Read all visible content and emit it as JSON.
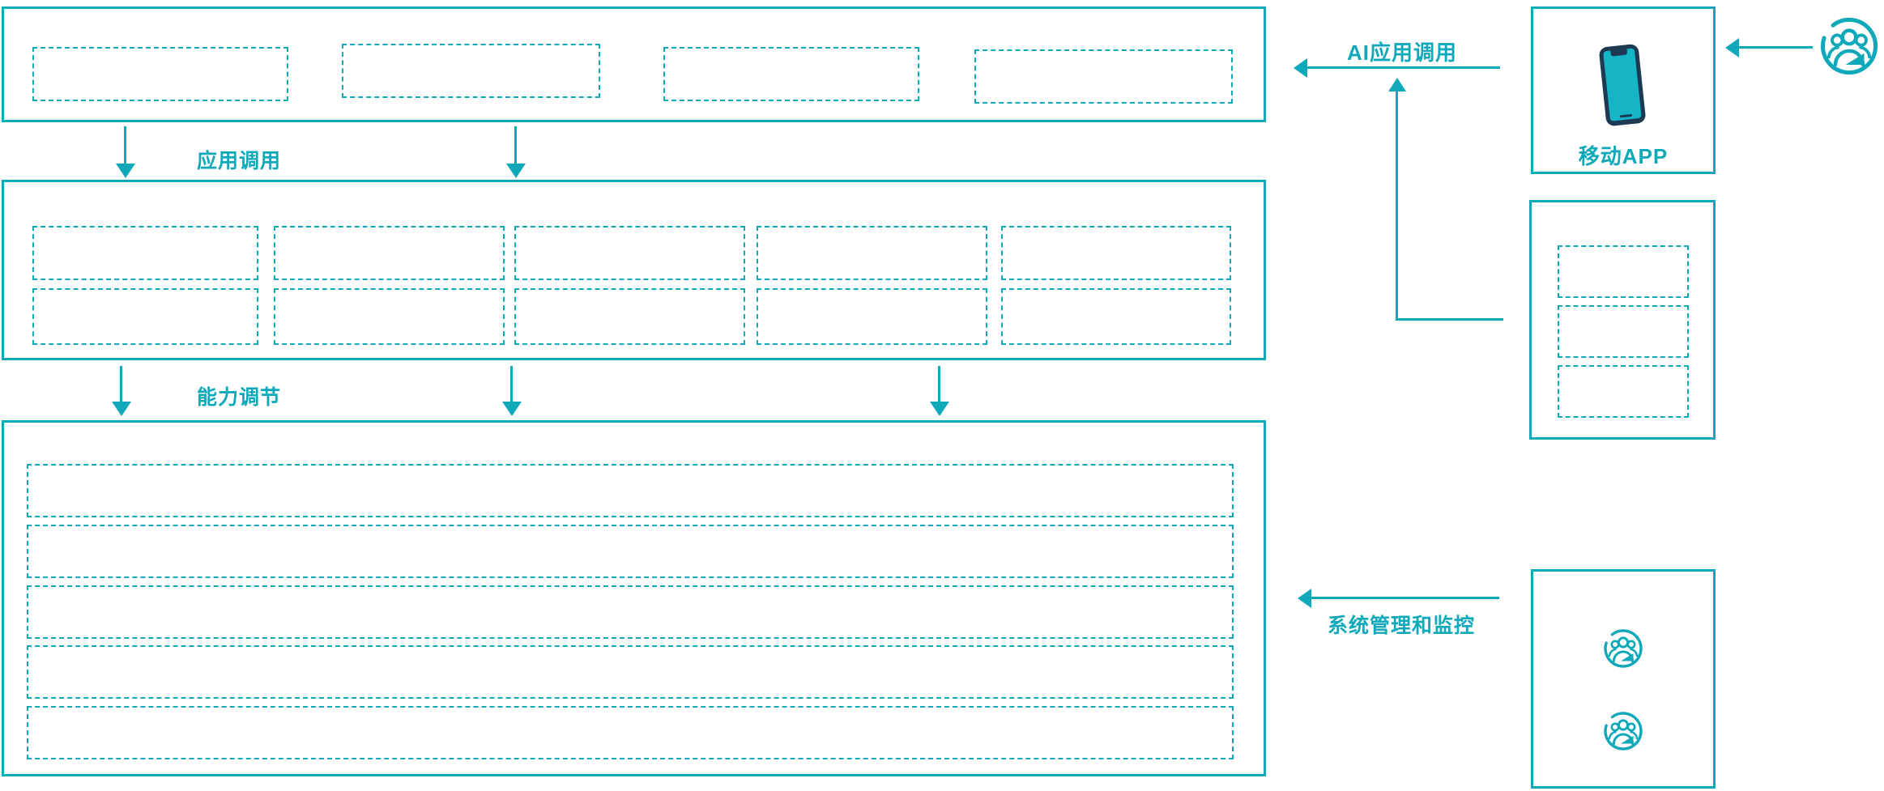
{
  "colors": {
    "teal": "#0FA9BA",
    "phone_frame": "#1E3A52",
    "phone_screen": "#15B4C6",
    "background": "#FFFFFF"
  },
  "labels": {
    "app_call": "应用调用",
    "capability_adjust": "能力调节",
    "ai_app_call": "AI应用调用",
    "system_mgmt": "系统管理和监控",
    "mobile_app": "移动APP"
  },
  "layers": {
    "top_layer": {
      "placeholder_count": 4,
      "placeholder_text": ""
    },
    "middle_layer": {
      "placeholder_count": 10,
      "placeholder_text": ""
    },
    "bottom_layer": {
      "placeholder_count": 5,
      "placeholder_text": ""
    },
    "right_middle_panel": {
      "placeholder_count": 3,
      "placeholder_text": ""
    }
  },
  "icons": {
    "top_right": "user-group-icon",
    "mobile_panel": "smartphone-icon",
    "admin_panel": [
      "user-group-icon",
      "user-group-icon"
    ]
  }
}
